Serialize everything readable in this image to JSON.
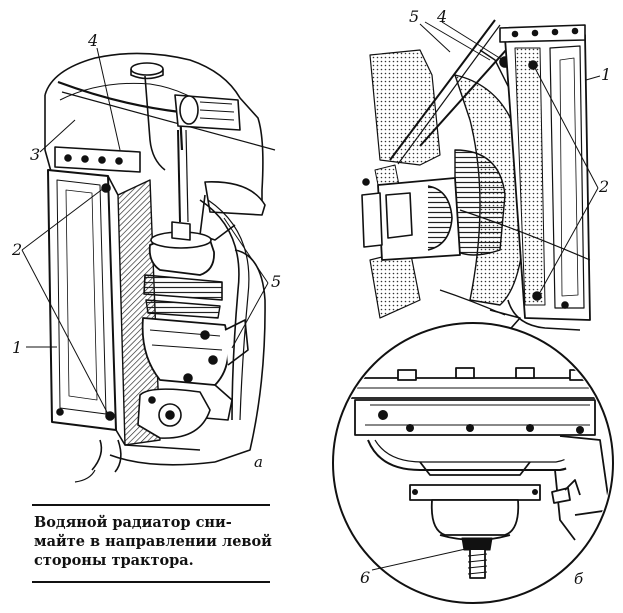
{
  "figure": {
    "caption_lines": [
      "Водяной   радиатор   сни-",
      "майте в направлении левой",
      "стороны трактора."
    ],
    "panel_labels": [
      "а",
      "б"
    ],
    "callouts": {
      "left": [
        "1",
        "2",
        "3",
        "4",
        "5"
      ],
      "right": [
        "1",
        "2",
        "4",
        "5"
      ],
      "detail": [
        "6"
      ]
    }
  }
}
